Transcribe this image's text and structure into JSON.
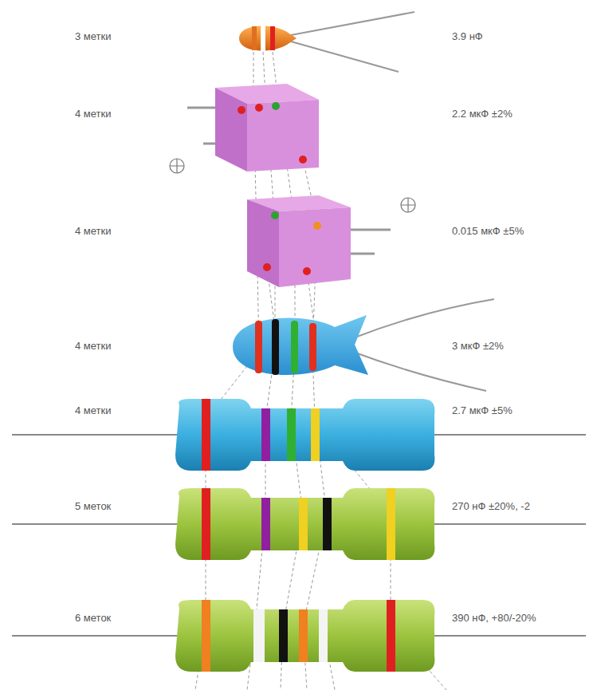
{
  "diagram": {
    "labels": [
      "3 метки",
      "3.9 нФ",
      "4 метки",
      "2.2 мкФ ±2%",
      "4 метки",
      "0.015 мкФ ±5%",
      "4 метки",
      "3 мкФ ±2%",
      "4 метки",
      "2.7 мкФ ±5%",
      "5 меток",
      "270 нФ ±20%, -2",
      "6 меток",
      "390 нФ, +80/-20%"
    ]
  }
}
